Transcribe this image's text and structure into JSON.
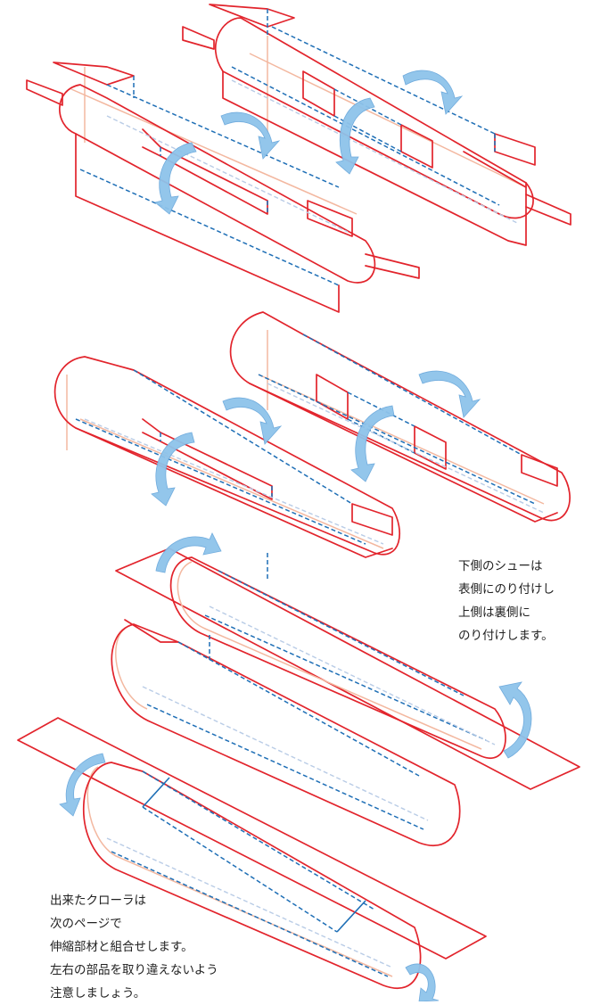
{
  "notes": {
    "top": [
      "下側のシューは",
      "表側にのり付けし",
      "上側は裏側に",
      "のり付けします。"
    ],
    "bottom": [
      "出来たクローラは",
      "次のページで",
      "伸縮部材と組合せします。",
      "左右の部品を取り違えないよう",
      "注意しましょう。"
    ]
  },
  "colors": {
    "cut_line": "#e2242c",
    "fold_line": "#1f6fb6",
    "hidden_edge": "#f3b8a0",
    "rotate_arrow": "#8ec3ea"
  },
  "icons": [
    "rotate-arrow-icon"
  ]
}
